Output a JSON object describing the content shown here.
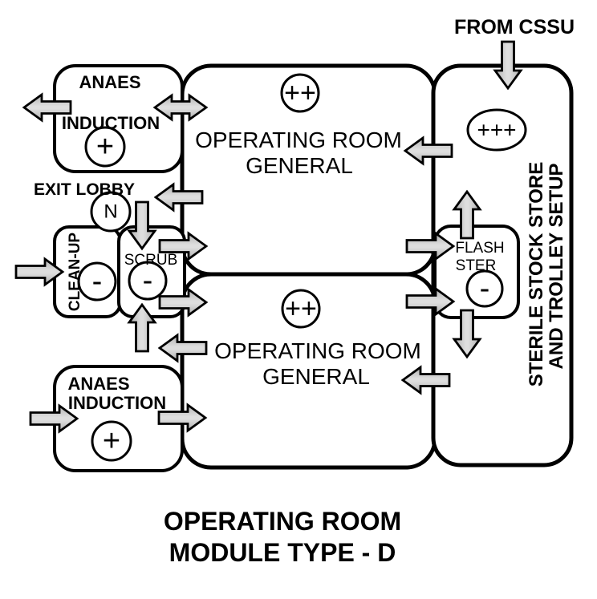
{
  "diagram": {
    "title_line1": "OPERATING ROOM",
    "title_line2": "MODULE TYPE - D",
    "from_cssu_label": "FROM CSSU",
    "exit_lobby_label": "EXIT LOBBY"
  },
  "rooms": {
    "anaes_top": {
      "line1": "ANAES",
      "line2": "INDUCTION",
      "pressure": "+"
    },
    "exit_lobby": {
      "pressure": "N"
    },
    "clean_up": {
      "label": "CLEAN-UP",
      "pressure": "-"
    },
    "scrub": {
      "label": "SCRUB",
      "pressure": "-"
    },
    "or_top": {
      "line1": "OPERATING ROOM",
      "line2": "GENERAL",
      "pressure": "++"
    },
    "or_bottom": {
      "line1": "OPERATING ROOM",
      "line2": "GENERAL",
      "pressure": "++"
    },
    "flash_ster": {
      "line1": "FLASH",
      "line2": "STER",
      "pressure": "-"
    },
    "sterile_store": {
      "line1": "STERILE STOCK STORE",
      "line2": "AND TROLLEY SETUP",
      "pressure": "+++"
    },
    "anaes_bottom": {
      "line1": "ANAES",
      "line2": "INDUCTION",
      "pressure": "+"
    }
  },
  "colors": {
    "background": "#ffffff",
    "outline": "#000000",
    "room_fill": "#ffffff",
    "arrow_fill": "#c9c9c9",
    "arrow_highlight": "#dedede",
    "arrow_edge": "#b0b0b0"
  }
}
